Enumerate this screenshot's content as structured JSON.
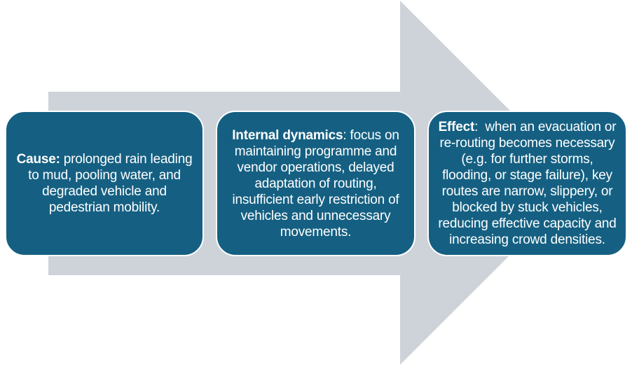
{
  "diagram": {
    "type": "cause-effect-arrow",
    "colors": {
      "arrow_fill": "#CED3DA",
      "box_fill": "#156082",
      "box_border": "#FFFFFF",
      "text": "#FFFFFF"
    },
    "boxes": [
      {
        "id": "cause",
        "lead": "Cause:",
        "body": " prolonged rain leading to mud, pooling water, and degraded vehicle and pedestrian mobility."
      },
      {
        "id": "internal-dynamics",
        "lead": "Internal dynamics",
        "body": ": focus on maintaining programme and vendor operations, delayed adaptation of routing, insufficient early restriction of vehicles and unnecessary movements."
      },
      {
        "id": "effect",
        "lead": "Effect",
        "body": ":  when an evacuation or re-routing becomes necessary (e.g. for further storms, flooding, or stage failure), key routes are narrow, slippery, or blocked by stuck vehicles, reducing effective capacity and increasing crowd densities."
      }
    ]
  }
}
